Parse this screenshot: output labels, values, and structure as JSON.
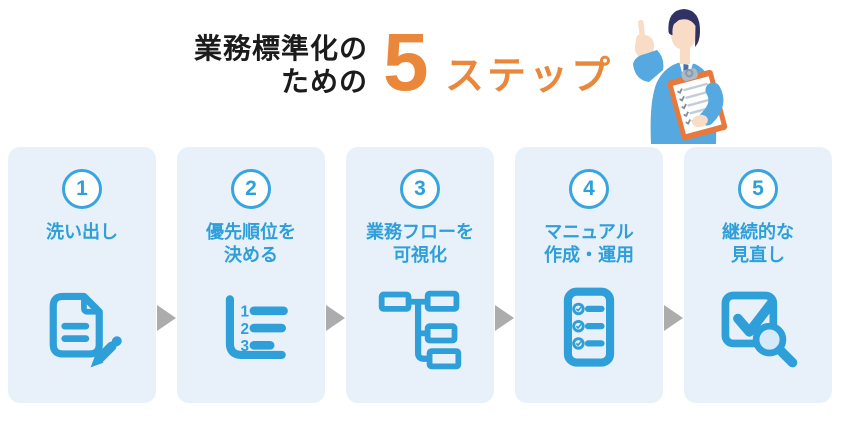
{
  "header": {
    "title_line1": "業務標準化の",
    "title_line2": "ための",
    "step_count": "5",
    "step_word": "ステップ",
    "illustration": "businessman-pointing-with-clipboard"
  },
  "steps": [
    {
      "number": "1",
      "label_line1": "洗い出し",
      "label_line2": "",
      "icon": "document-pencil-icon"
    },
    {
      "number": "2",
      "label_line1": "優先順位を",
      "label_line2": "決める",
      "icon": "numbered-priority-list-icon"
    },
    {
      "number": "3",
      "label_line1": "業務フローを",
      "label_line2": "可視化",
      "icon": "flowchart-icon"
    },
    {
      "number": "4",
      "label_line1": "マニュアル",
      "label_line2": "作成・運用",
      "icon": "checklist-icon"
    },
    {
      "number": "5",
      "label_line1": "継続的な",
      "label_line2": "見直し",
      "icon": "check-magnifier-icon"
    }
  ],
  "colors": {
    "accent_blue": "#2E9FD9",
    "circle_blue": "#38A5DE",
    "accent_orange": "#EB873B",
    "card_background": "#E8F1F9",
    "arrow_gray": "#ACACAC",
    "title_black": "#1B1B1B"
  }
}
